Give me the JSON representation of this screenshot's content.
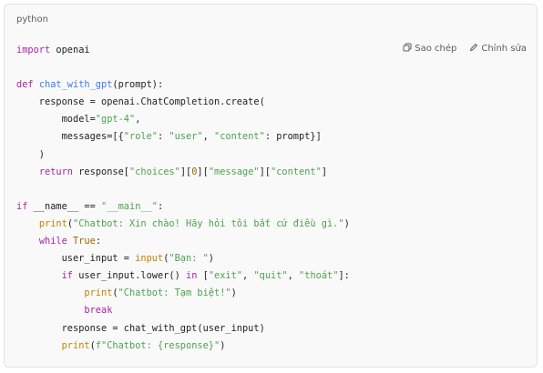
{
  "code_block": {
    "language": "python",
    "copy_label": "Sao chép",
    "edit_label": "Chỉnh sửa",
    "lines": [
      [
        {
          "t": "import",
          "c": "kw"
        },
        {
          "t": " openai"
        }
      ],
      [],
      [
        {
          "t": "def",
          "c": "kw"
        },
        {
          "t": " "
        },
        {
          "t": "chat_with_gpt",
          "c": "fn"
        },
        {
          "t": "(prompt):"
        }
      ],
      [
        {
          "t": "    response = openai.ChatCompletion.create("
        }
      ],
      [
        {
          "t": "        model="
        },
        {
          "t": "\"gpt-4\"",
          "c": "str"
        },
        {
          "t": ","
        }
      ],
      [
        {
          "t": "        messages=[{"
        },
        {
          "t": "\"role\"",
          "c": "str"
        },
        {
          "t": ": "
        },
        {
          "t": "\"user\"",
          "c": "str"
        },
        {
          "t": ", "
        },
        {
          "t": "\"content\"",
          "c": "str"
        },
        {
          "t": ": prompt}]"
        }
      ],
      [
        {
          "t": "    )"
        }
      ],
      [
        {
          "t": "    "
        },
        {
          "t": "return",
          "c": "kw"
        },
        {
          "t": " response["
        },
        {
          "t": "\"choices\"",
          "c": "str"
        },
        {
          "t": "]["
        },
        {
          "t": "0",
          "c": "num"
        },
        {
          "t": "]["
        },
        {
          "t": "\"message\"",
          "c": "str"
        },
        {
          "t": "]["
        },
        {
          "t": "\"content\"",
          "c": "str"
        },
        {
          "t": "]"
        }
      ],
      [],
      [
        {
          "t": "if",
          "c": "kw"
        },
        {
          "t": " __name__ == "
        },
        {
          "t": "\"__main__\"",
          "c": "str"
        },
        {
          "t": ":"
        }
      ],
      [
        {
          "t": "    "
        },
        {
          "t": "print",
          "c": "bi"
        },
        {
          "t": "("
        },
        {
          "t": "\"Chatbot: Xin chào! Hãy hỏi tôi bất cứ điều gì.\"",
          "c": "str"
        },
        {
          "t": ")"
        }
      ],
      [
        {
          "t": "    "
        },
        {
          "t": "while",
          "c": "kw"
        },
        {
          "t": " "
        },
        {
          "t": "True",
          "c": "num"
        },
        {
          "t": ":"
        }
      ],
      [
        {
          "t": "        user_input = "
        },
        {
          "t": "input",
          "c": "bi"
        },
        {
          "t": "("
        },
        {
          "t": "\"Bạn: \"",
          "c": "str"
        },
        {
          "t": ")"
        }
      ],
      [
        {
          "t": "        "
        },
        {
          "t": "if",
          "c": "kw"
        },
        {
          "t": " user_input.lower() "
        },
        {
          "t": "in",
          "c": "kw"
        },
        {
          "t": " ["
        },
        {
          "t": "\"exit\"",
          "c": "str"
        },
        {
          "t": ", "
        },
        {
          "t": "\"quit\"",
          "c": "str"
        },
        {
          "t": ", "
        },
        {
          "t": "\"thoát\"",
          "c": "str"
        },
        {
          "t": "]:"
        }
      ],
      [
        {
          "t": "            "
        },
        {
          "t": "print",
          "c": "bi"
        },
        {
          "t": "("
        },
        {
          "t": "\"Chatbot: Tạm biệt!\"",
          "c": "str"
        },
        {
          "t": ")"
        }
      ],
      [
        {
          "t": "            "
        },
        {
          "t": "break",
          "c": "kw"
        }
      ],
      [
        {
          "t": "        response = chat_with_gpt(user_input)"
        }
      ],
      [
        {
          "t": "        "
        },
        {
          "t": "print",
          "c": "bi"
        },
        {
          "t": "("
        },
        {
          "t": "f\"Chatbot: {response}\"",
          "c": "str"
        },
        {
          "t": ")"
        }
      ]
    ]
  }
}
